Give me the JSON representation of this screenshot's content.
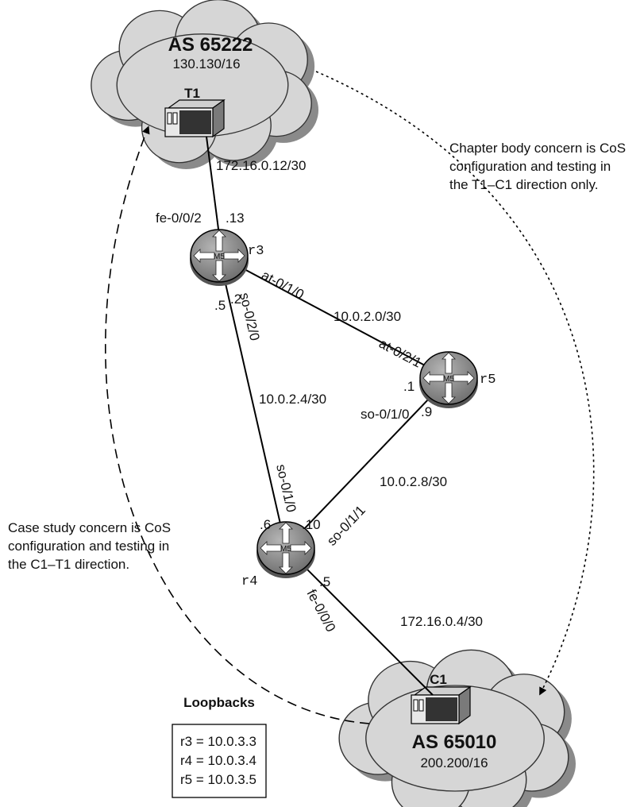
{
  "colors": {
    "cloud_fill": "#d6d6d6",
    "cloud_shadow": "#8a8a8a",
    "router_fill": "#8f8f8f",
    "line": "#000000"
  },
  "clouds": {
    "t1": {
      "as": "AS 65222",
      "prefix": "130.130/16",
      "host": "T1"
    },
    "c1": {
      "as": "AS 65010",
      "prefix": "200.200/16",
      "host": "C1"
    }
  },
  "routers": {
    "r3": {
      "name": "r3",
      "badge": "M5"
    },
    "r4": {
      "name": "r4",
      "badge": "M5"
    },
    "r5": {
      "name": "r5",
      "badge": "M5"
    }
  },
  "links": {
    "t1_r3": {
      "subnet": "172.16.0.12/30",
      "interface": "fe-0/0/2",
      "addr": ".13"
    },
    "r3_r5": {
      "subnet": "10.0.2.0/30",
      "r3_interface": "at-0/1/0",
      "r3_addr": ".2",
      "r5_interface": "at-0/2/1",
      "r5_addr": ".1"
    },
    "r3_r4": {
      "subnet": "10.0.2.4/30",
      "r3_interface": "so-0/2/0",
      "r3_addr": ".5",
      "r4_interface": "so-0/1/0",
      "r4_addr": ".6"
    },
    "r5_r4": {
      "subnet": "10.0.2.8/30",
      "r5_interface": "so-0/1/0",
      "r5_addr": ".9",
      "r4_interface": "so-0/1/1",
      "r4_addr": ".10"
    },
    "r4_c1": {
      "subnet": "172.16.0.4/30",
      "interface": "fe-0/0/0",
      "addr": ".5"
    }
  },
  "notes": {
    "chapter": [
      "Chapter body concern is CoS",
      "configuration and testing in",
      "the T1–C1 direction only."
    ],
    "case_study": [
      "Case study concern is CoS",
      "configuration and testing in",
      "the C1–T1 direction."
    ]
  },
  "loopbacks": {
    "title": "Loopbacks",
    "entries": [
      "r3 = 10.0.3.3",
      "r4 = 10.0.3.4",
      "r5 = 10.0.3.5"
    ]
  }
}
